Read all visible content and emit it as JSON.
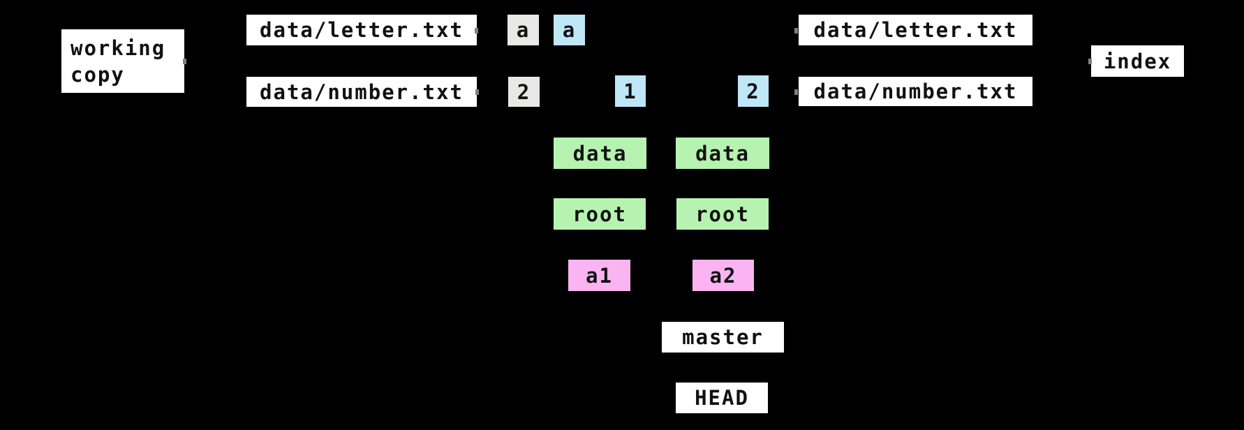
{
  "colors": {
    "background": "#000000",
    "box_white": "#ffffff",
    "box_gray": "#e8e8e6",
    "box_blue": "#bfe7f7",
    "box_green": "#b7f3b0",
    "box_pink": "#fbb4f2",
    "text": "#111111",
    "connector_stub": "#808080"
  },
  "working_copy": {
    "line1": "working",
    "line2": "copy"
  },
  "index_area": {
    "label": "index"
  },
  "working_files": {
    "letter": {
      "path": "data/letter.txt",
      "blob": "a"
    },
    "number": {
      "path": "data/number.txt",
      "blob": "2"
    }
  },
  "index_files": {
    "letter": {
      "path": "data/letter.txt"
    },
    "number": {
      "path": "data/number.txt"
    }
  },
  "objects": {
    "blob_letter_c1": "a",
    "blob_number_c1": "1",
    "blob_number_c2": "2",
    "tree_data_c1": "data",
    "tree_data_c2": "data",
    "tree_root_c1": "root",
    "tree_root_c2": "root",
    "commit_1": "a1",
    "commit_2": "a2"
  },
  "refs": {
    "branch": "master",
    "head": "HEAD"
  }
}
